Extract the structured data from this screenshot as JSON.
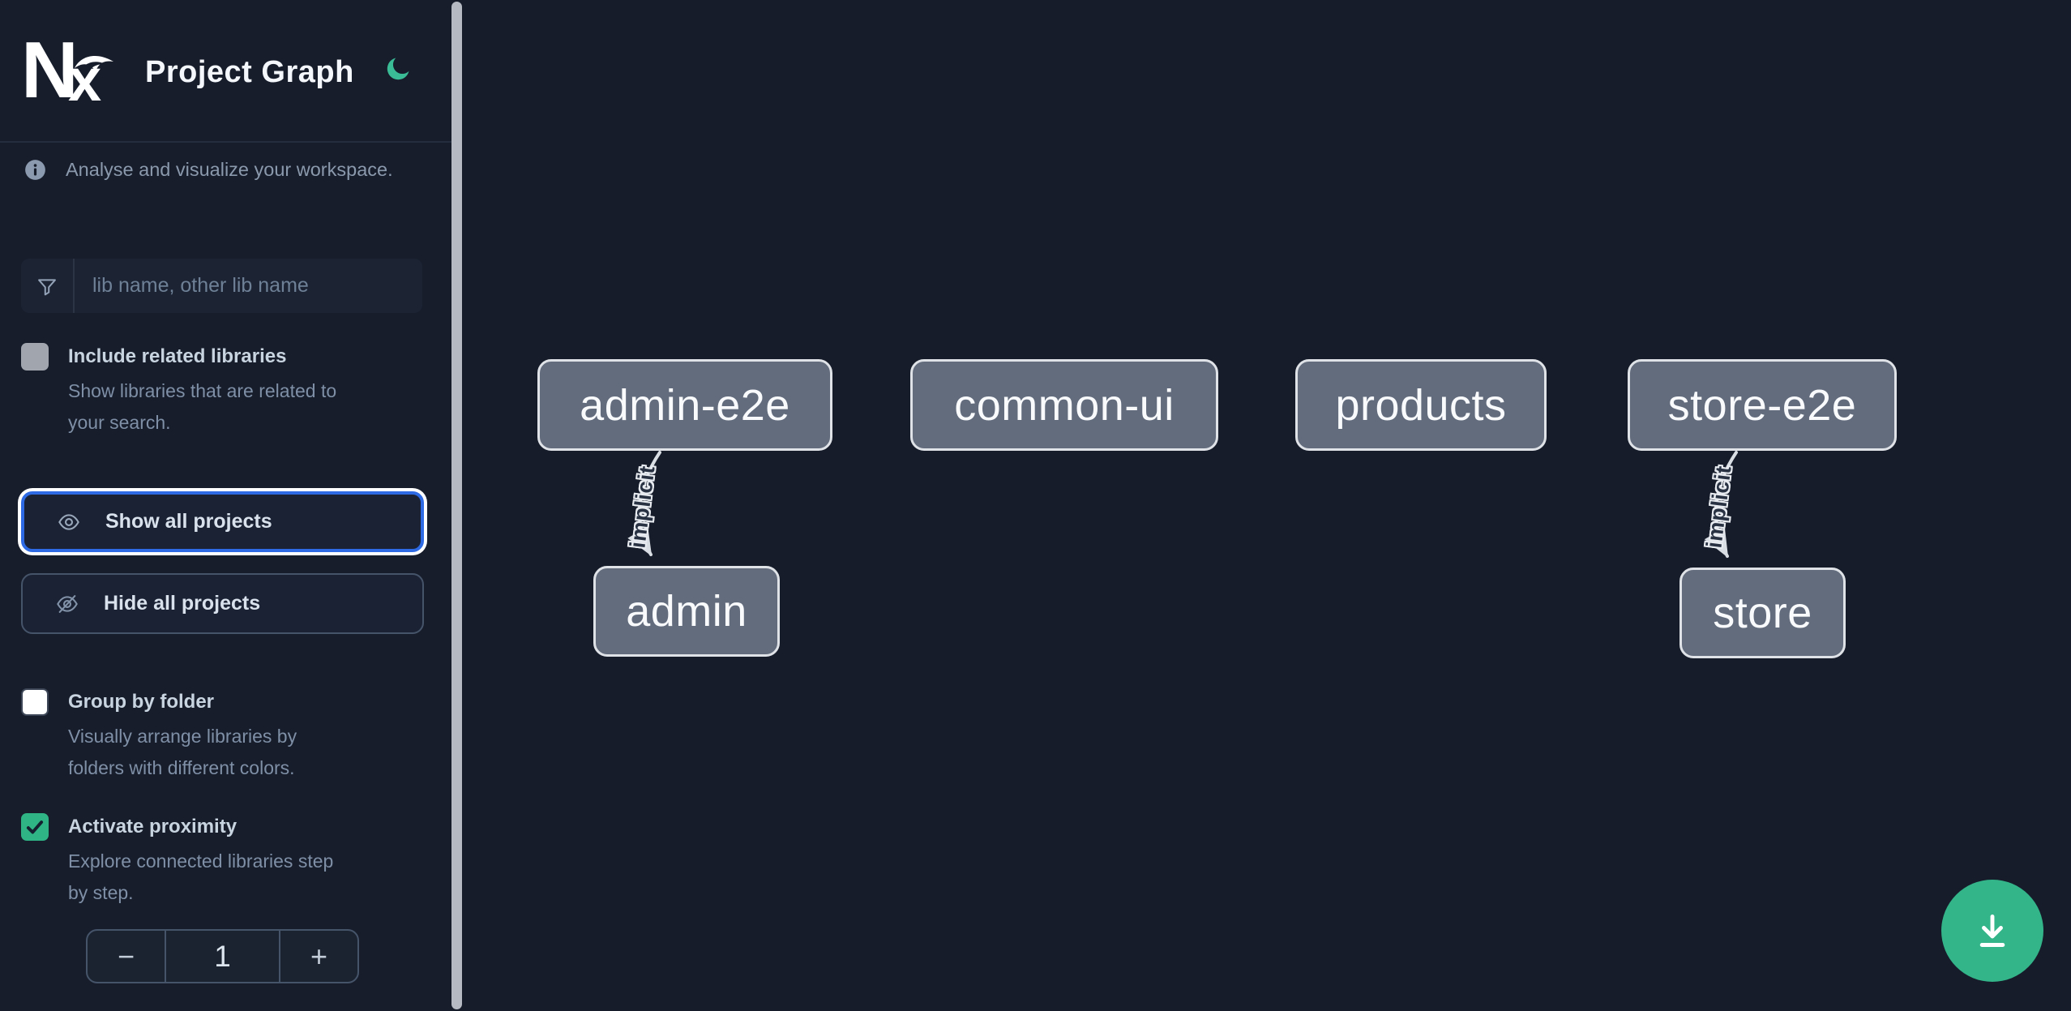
{
  "header": {
    "logo_text": "Nx",
    "title": "Project Graph",
    "theme_icon": "moon-icon"
  },
  "intro": {
    "icon": "info-icon",
    "text": "Analyse and visualize your workspace."
  },
  "search": {
    "icon": "filter-icon",
    "placeholder": "lib name, other lib name",
    "value": ""
  },
  "options": [
    {
      "label": "Include related libraries",
      "description_lines": [
        "Show libraries that are related to",
        "your search."
      ],
      "checked": false,
      "checkbox_style": "gray"
    },
    {
      "label": "Group by folder",
      "description_lines": [
        "Visually arrange libraries by",
        "folders with different colors."
      ],
      "checked": false,
      "checkbox_style": "white"
    },
    {
      "label": "Activate proximity",
      "description_lines": [
        "Explore connected libraries step",
        "by step."
      ],
      "checked": true,
      "checkbox_style": "green"
    }
  ],
  "buttons": {
    "show_all": "Show all projects",
    "hide_all": "Hide all projects"
  },
  "proximity_stepper": {
    "decrement": "−",
    "value": "1",
    "increment": "+"
  },
  "graph": {
    "nodes": [
      {
        "label": "admin-e2e"
      },
      {
        "label": "common-ui"
      },
      {
        "label": "products"
      },
      {
        "label": "store-e2e"
      },
      {
        "label": "admin"
      },
      {
        "label": "store"
      }
    ],
    "edges": [
      {
        "from": "admin-e2e",
        "to": "admin",
        "label": "implicit"
      },
      {
        "from": "store-e2e",
        "to": "store",
        "label": "implicit"
      }
    ]
  },
  "fab": {
    "icon": "download-icon"
  },
  "colors": {
    "background": "#161c2a",
    "accent_green": "#38bb92",
    "focus_blue": "#2d6ae3",
    "node_fill": "#636c7d",
    "node_border": "#dfe3e8",
    "edge": "#d9dee5",
    "scrollbar_thumb": "#b6bbc3"
  }
}
